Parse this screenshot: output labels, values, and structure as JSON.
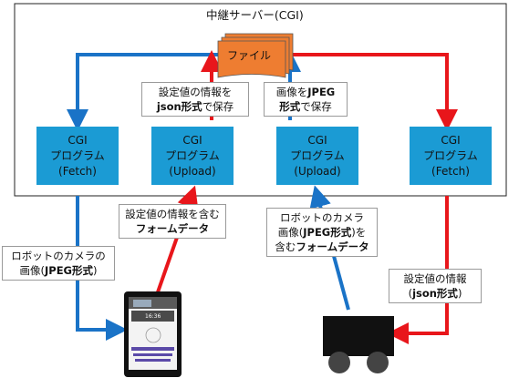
{
  "server": {
    "title": "中継サーバー(CGI)"
  },
  "file": {
    "label": "ファイル"
  },
  "cgi": [
    {
      "line1": "CGI",
      "line2": "プログラム",
      "line3": "(Fetch)"
    },
    {
      "line1": "CGI",
      "line2": "プログラム",
      "line3": "(Upload)"
    },
    {
      "line1": "CGI",
      "line2": "プログラム",
      "line3": "(Upload)"
    },
    {
      "line1": "CGI",
      "line2": "プログラム",
      "line3": "(Fetch)"
    }
  ],
  "notes": {
    "save_json": {
      "line1": "設定値の情報を",
      "line2_bold": "json形式",
      "line2_rest": "で保存"
    },
    "save_jpeg": {
      "line1_plain": "画像を",
      "line1_bold": "JPEG",
      "line2_bold": "形式",
      "line2_rest": "で保存"
    },
    "form_settings": {
      "line1": "設定値の情報を含む",
      "line2_bold": "フォームデータ"
    },
    "form_image": {
      "line1": "ロボットのカメラ",
      "line2_plain": "画像(",
      "line2_bold": "JPEG形式",
      "line2_rest": ")を",
      "line3_plain": "含む",
      "line3_bold": "フォームデータ"
    },
    "camera_image": {
      "line1": "ロボットのカメラの",
      "line2_plain": "画像(",
      "line2_bold": "JPEG形式",
      "line2_rest": ")"
    },
    "settings_info": {
      "line1": "設定値の情報",
      "line2_plain": "(",
      "line2_bold": "json形式",
      "line2_rest": ")"
    }
  },
  "phone": {
    "time": "16:36"
  },
  "colors": {
    "blue": "#1a73c7",
    "red": "#e8161b",
    "cgi_fill": "#1b9bd4",
    "file_fill": "#ee7d31"
  }
}
